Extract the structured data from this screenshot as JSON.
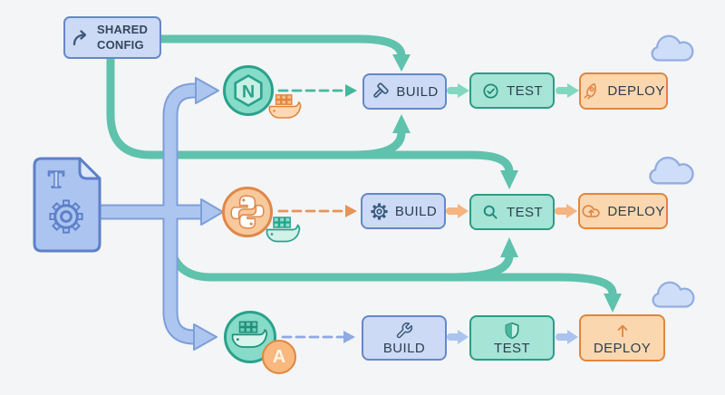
{
  "shared_config": {
    "label": "SHARED CONFIG",
    "icon": "share-arrow-icon"
  },
  "config_file": {
    "glyph": "T",
    "icon": "config-file-icon",
    "center_icon": "gear-icon"
  },
  "pipelines": [
    {
      "name": "nodejs",
      "source_icon": "nodejs-icon",
      "badge_icon": "docker-whale-icon",
      "stages": [
        {
          "label": "BUILD",
          "icon": "hammer-icon"
        },
        {
          "label": "TEST",
          "icon": "check-circle-icon"
        },
        {
          "label": "DEPLOY",
          "icon": "rocket-icon"
        }
      ]
    },
    {
      "name": "python",
      "source_icon": "python-icon",
      "badge_icon": "docker-whale-icon",
      "stages": [
        {
          "label": "BUILD",
          "icon": "gear-icon"
        },
        {
          "label": "TEST",
          "icon": "magnifier-icon"
        },
        {
          "label": "DEPLOY",
          "icon": "cloud-upload-icon"
        }
      ]
    },
    {
      "name": "docker",
      "source_icon": "docker-whale-icon",
      "badge_label": "A",
      "stages": [
        {
          "label": "BUILD",
          "icon": "wrench-icon"
        },
        {
          "label": "TEST",
          "icon": "shield-icon"
        },
        {
          "label": "DEPLOY",
          "icon": "arrow-up-icon"
        }
      ]
    }
  ],
  "colors": {
    "background": "#f3f5f6",
    "blue_fill": "#ccdaf5",
    "blue_border": "#6687c9",
    "teal_fill": "#a6e4d6",
    "teal_border": "#2b9c87",
    "orange_fill": "#fad7af",
    "orange_border": "#e0863f",
    "teal_flow": "#5ec2ac",
    "blue_flow": "#adc6f0",
    "dash_teal": "#45b79e",
    "dash_orange": "#e8935a",
    "dash_blue": "#8fa9e2",
    "label_text": "#2e3e50"
  }
}
